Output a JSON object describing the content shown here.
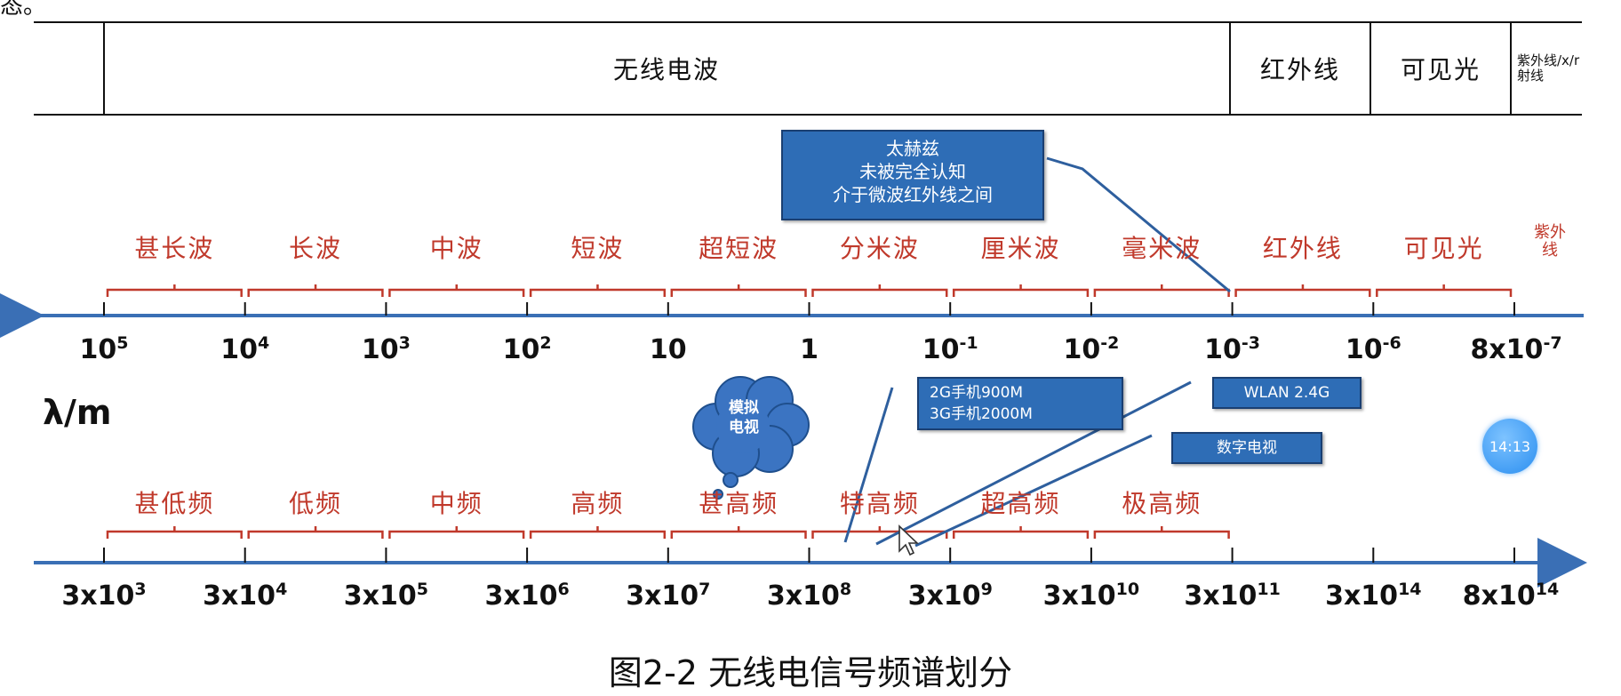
{
  "page_fragment": "态。",
  "header": {
    "cells": [
      "无线电波",
      "红外线",
      "可见光",
      "紫外线/x/r射线"
    ]
  },
  "wavelength_bands": [
    "甚长波",
    "长波",
    "中波",
    "短波",
    "超短波",
    "分米波",
    "厘米波",
    "毫米波",
    "红外线",
    "可见光",
    "紫外线"
  ],
  "wavelength_ticks": [
    {
      "base": "10",
      "exp": "5"
    },
    {
      "base": "10",
      "exp": "4"
    },
    {
      "base": "10",
      "exp": "3"
    },
    {
      "base": "10",
      "exp": "2"
    },
    {
      "base": "10",
      "exp": ""
    },
    {
      "base": "1",
      "exp": ""
    },
    {
      "base": "10",
      "exp": "-1"
    },
    {
      "base": "10",
      "exp": "-2"
    },
    {
      "base": "10",
      "exp": "-3"
    },
    {
      "base": "10",
      "exp": "-6"
    },
    {
      "base": "8x10",
      "exp": "-7"
    }
  ],
  "axis_label": "λ/m",
  "frequency_bands": [
    "甚低频",
    "低频",
    "中频",
    "高频",
    "甚高频",
    "特高频",
    "超高频",
    "极高频"
  ],
  "frequency_ticks": [
    {
      "base": "3x10",
      "exp": "3"
    },
    {
      "base": "3x10",
      "exp": "4"
    },
    {
      "base": "3x10",
      "exp": "5"
    },
    {
      "base": "3x10",
      "exp": "6"
    },
    {
      "base": "3x10",
      "exp": "7"
    },
    {
      "base": "3x10",
      "exp": "8"
    },
    {
      "base": "3x10",
      "exp": "9"
    },
    {
      "base": "3x10",
      "exp": "10"
    },
    {
      "base": "3x10",
      "exp": "11"
    },
    {
      "base": "3x10",
      "exp": "14"
    },
    {
      "base": "8x10",
      "exp": "14"
    }
  ],
  "callouts": {
    "terahertz": [
      "太赫兹",
      "未被完全认知",
      "介于微波红外线之间"
    ],
    "mobile": [
      "2G手机900M",
      "3G手机2000M"
    ],
    "wlan": "WLAN 2.4G",
    "digital_tv": "数字电视",
    "analog_tv": [
      "模拟",
      "电视"
    ]
  },
  "caption": "图2-2  无线电信号频谱划分",
  "timer": "14:13",
  "colors": {
    "band_label": "#c0392b",
    "axis_arrow": "#3a6fb5",
    "callout_fill": "#2e6db6"
  }
}
